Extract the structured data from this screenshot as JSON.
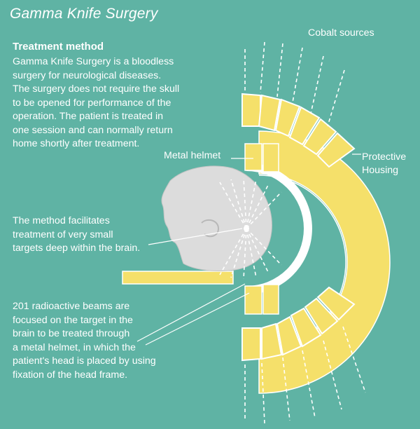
{
  "title": "Gamma Knife Surgery",
  "treatment": {
    "heading": "Treatment method",
    "description": "Gamma Knife Surgery is a bloodless\nsurgery for neurological diseases.\nThe surgery does not require the skull\nto be opened for performance of the\noperation. The patient is treated in\none session and can normally return\nhome shortly after treatment."
  },
  "labels": {
    "cobalt_sources": "Cobalt sources",
    "metal_helmet": "Metal helmet",
    "protective_housing": "Protective\nHousing"
  },
  "notes": {
    "small_targets": "The method facilitates\ntreatment of very small\ntargets deep within the brain.",
    "beams": "201 radioactive beams are\nfocused on the target in the\nbrain to be treated through\na metal helmet, in which the\npatient's head is placed by using\nfixation of the head frame."
  },
  "colors": {
    "background": "#5fb3a4",
    "housing": "#f5e06a",
    "text": "#ffffff"
  }
}
